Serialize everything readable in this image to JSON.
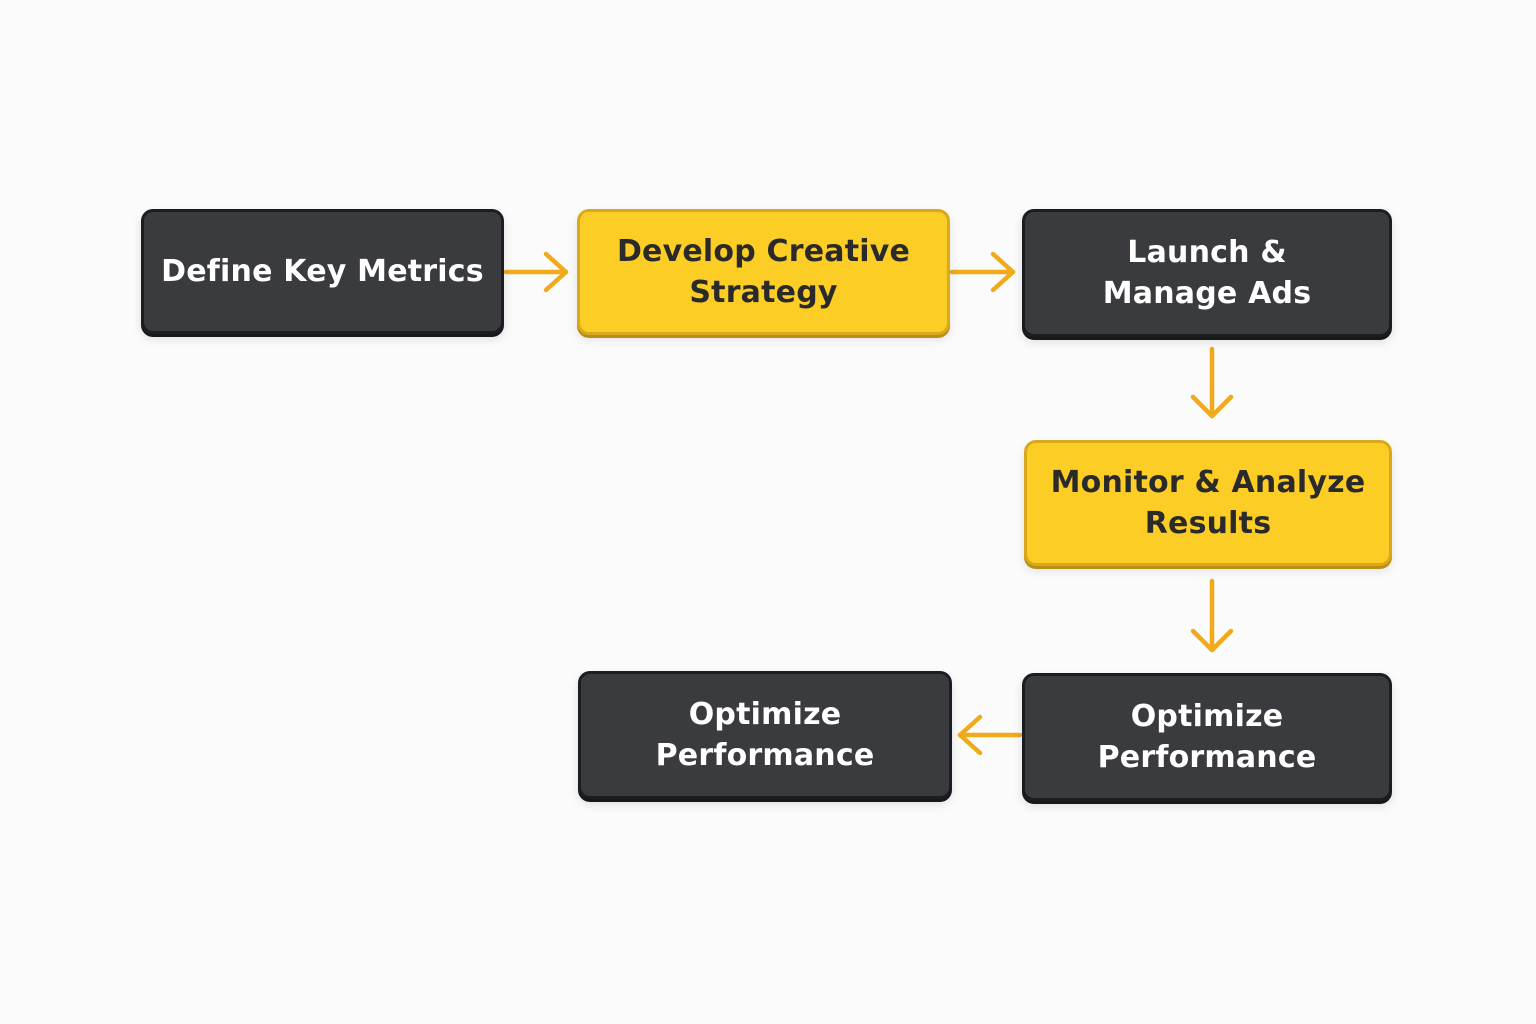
{
  "colors": {
    "background": "#fbfbfb",
    "dark_box": "#3a3b3f",
    "yellow_box": "#fcce25",
    "arrow": "#f0aa1a"
  },
  "nodes": {
    "define_key_metrics": "Define Key Metrics",
    "develop_creative_strategy": "Develop Creative\nStrategy",
    "launch_manage_ads": "Launch &\nManage Ads",
    "monitor_analyze": "Monitor & Analyze\nResults",
    "optimize_performance_right": "Optimize\nPerformance",
    "optimize_performance_left": "Optimize Performance"
  }
}
